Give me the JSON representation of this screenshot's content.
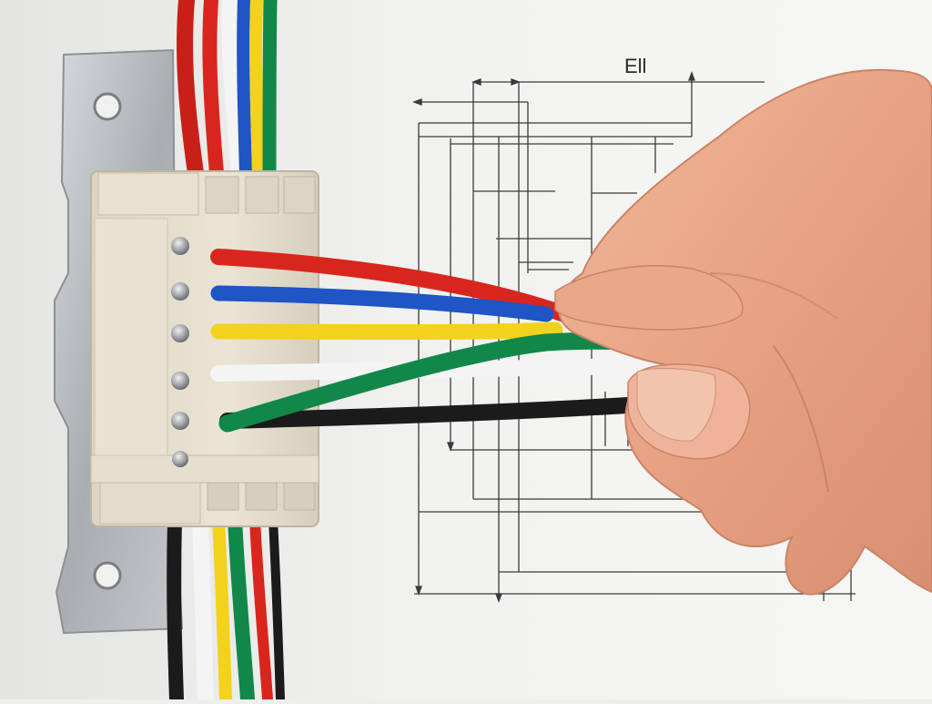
{
  "drawing": {
    "dimension_label": "Ell"
  },
  "colors": {
    "wall": "#eeeeec",
    "plate": "#b9bcbf",
    "terminal_block": "#e3dccb",
    "wire_red": "#d8261e",
    "wire_blue": "#1f55c4",
    "wire_yellow": "#f2d21c",
    "wire_green": "#11874a",
    "wire_white": "#f4f4f4",
    "wire_black": "#1b1b1b",
    "skin": "#e9a886"
  },
  "wires": [
    "red",
    "blue",
    "yellow",
    "green",
    "white",
    "black"
  ],
  "screws": 6
}
